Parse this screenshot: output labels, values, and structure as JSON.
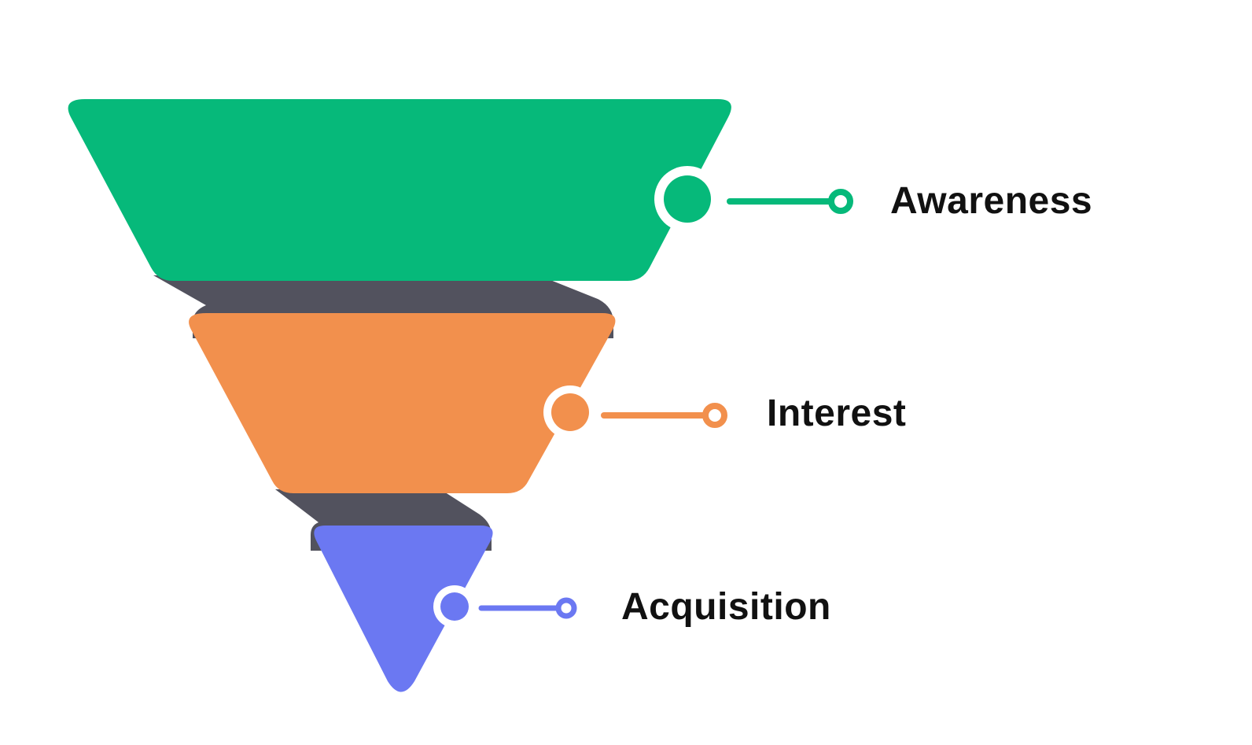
{
  "funnel": {
    "stages": [
      {
        "label": "Awareness",
        "color": "#06B97A"
      },
      {
        "label": "Interest",
        "color": "#F2904D"
      },
      {
        "label": "Acquisition",
        "color": "#6B78F2"
      }
    ],
    "connector_color": "#52525E",
    "text_color": "#111111"
  }
}
